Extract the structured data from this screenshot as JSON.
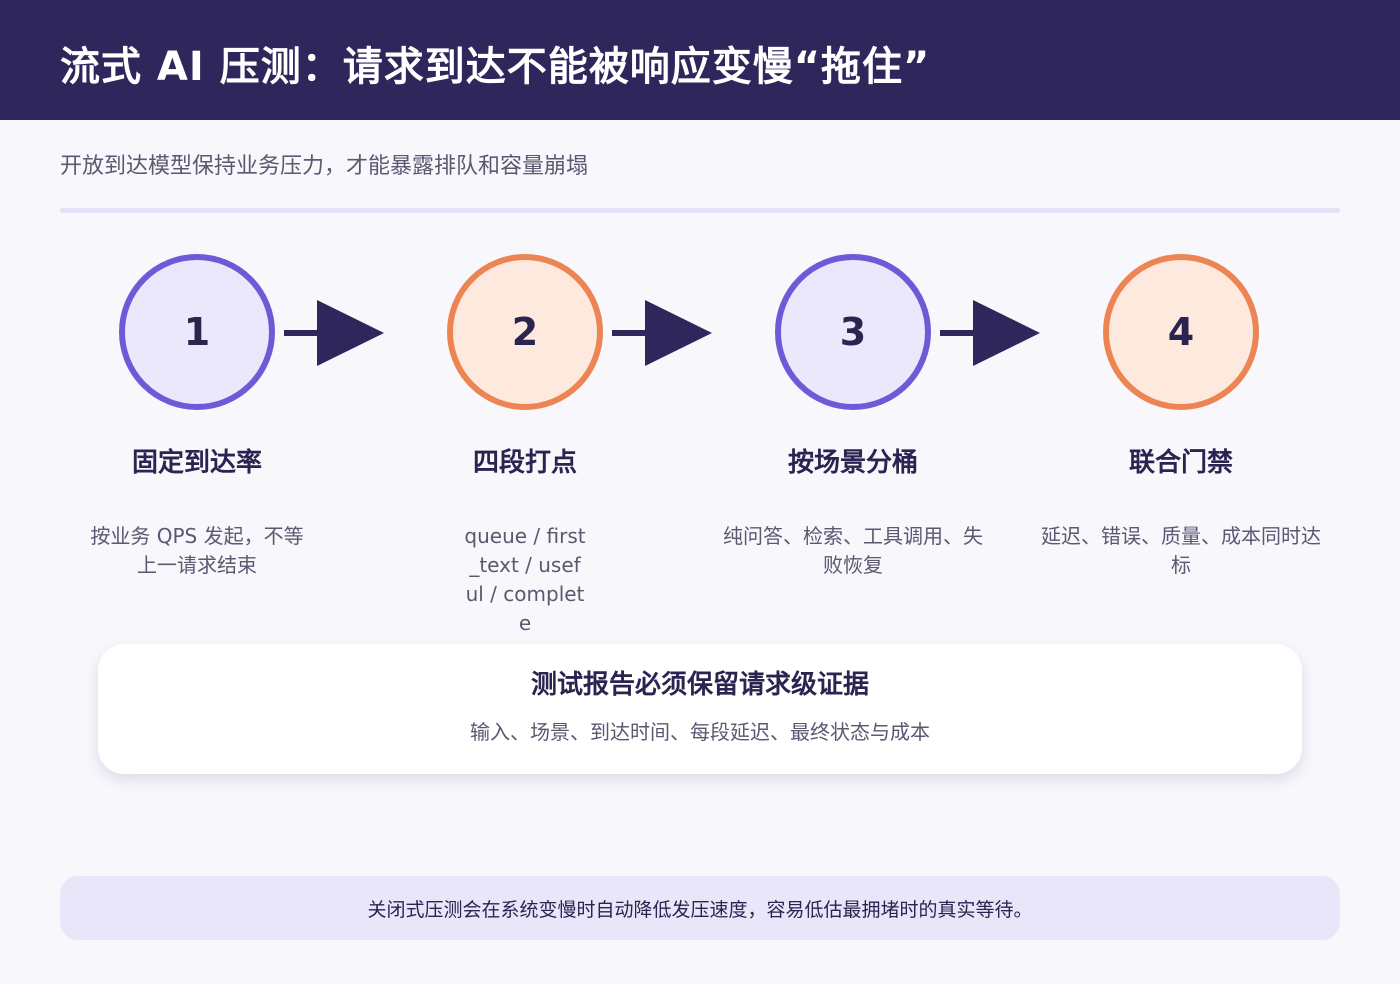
{
  "header": {
    "title": "流式 AI 压测：请求到达不能被响应变慢“拖住”"
  },
  "subtitle": "开放到达模型保持业务压力，才能暴露排队和容量崩塌",
  "steps": [
    {
      "number": "1",
      "title": "固定到达率",
      "desc": "按业务 QPS 发起，不等上一请求结束",
      "accent": "#6b5bd6"
    },
    {
      "number": "2",
      "title": "四段打点",
      "desc": "queue / first_text / useful / complete",
      "accent": "#ec8553"
    },
    {
      "number": "3",
      "title": "按场景分桶",
      "desc": "纯问答、检索、工具调用、失败恢复",
      "accent": "#6b5bd6"
    },
    {
      "number": "4",
      "title": "联合门禁",
      "desc": "延迟、错误、质量、成本同时达标",
      "accent": "#ec8553"
    }
  ],
  "card": {
    "title": "测试报告必须保留请求级证据",
    "text": "输入、场景、到达时间、每段延迟、最终状态与成本"
  },
  "note": "关闭式压测会在系统变慢时自动降低发压速度，容易低估最拥堵时的真实等待。",
  "colors": {
    "header_bg": "#2f265c",
    "purple": "#6b5bd6",
    "orange": "#ec8553",
    "arrow": "#2f265c"
  }
}
